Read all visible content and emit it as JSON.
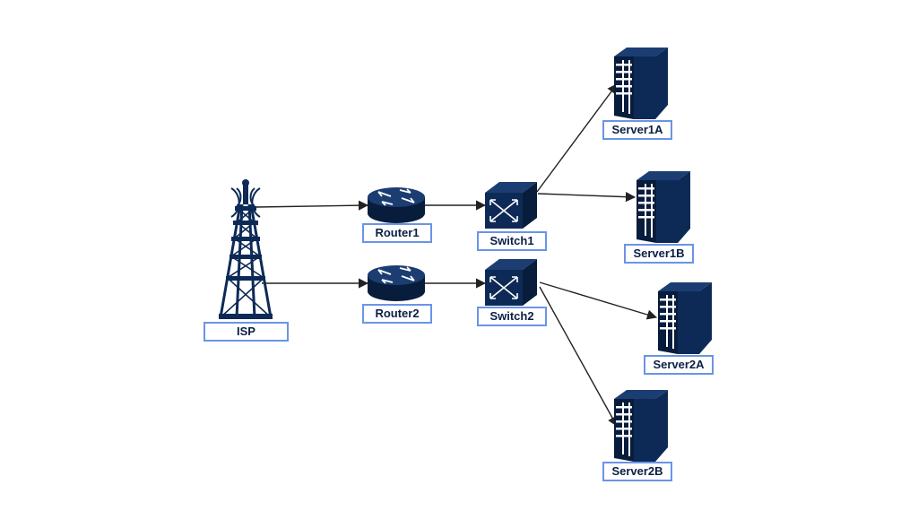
{
  "colors": {
    "device": "#0d2a57",
    "device_dark": "#081c3c",
    "device_light": "#1c3d72",
    "label_border": "#6a94e6",
    "label_text": "#0b1f45",
    "connector": "#222222"
  },
  "nodes": [
    {
      "id": "isp",
      "label": "ISP",
      "icon": "antenna-tower-icon"
    },
    {
      "id": "router1",
      "label": "Router1",
      "icon": "router-icon"
    },
    {
      "id": "router2",
      "label": "Router2",
      "icon": "router-icon"
    },
    {
      "id": "switch1",
      "label": "Switch1",
      "icon": "switch-icon"
    },
    {
      "id": "switch2",
      "label": "Switch2",
      "icon": "switch-icon"
    },
    {
      "id": "server1a",
      "label": "Server1A",
      "icon": "server-icon"
    },
    {
      "id": "server1b",
      "label": "Server1B",
      "icon": "server-icon"
    },
    {
      "id": "server2a",
      "label": "Server2A",
      "icon": "server-icon"
    },
    {
      "id": "server2b",
      "label": "Server2B",
      "icon": "server-icon"
    }
  ],
  "edges": [
    {
      "from": "isp",
      "to": "router1"
    },
    {
      "from": "isp",
      "to": "router2"
    },
    {
      "from": "router1",
      "to": "switch1"
    },
    {
      "from": "router2",
      "to": "switch2"
    },
    {
      "from": "switch1",
      "to": "server1a"
    },
    {
      "from": "switch1",
      "to": "server1b"
    },
    {
      "from": "switch2",
      "to": "server2a"
    },
    {
      "from": "switch2",
      "to": "server2b"
    }
  ]
}
